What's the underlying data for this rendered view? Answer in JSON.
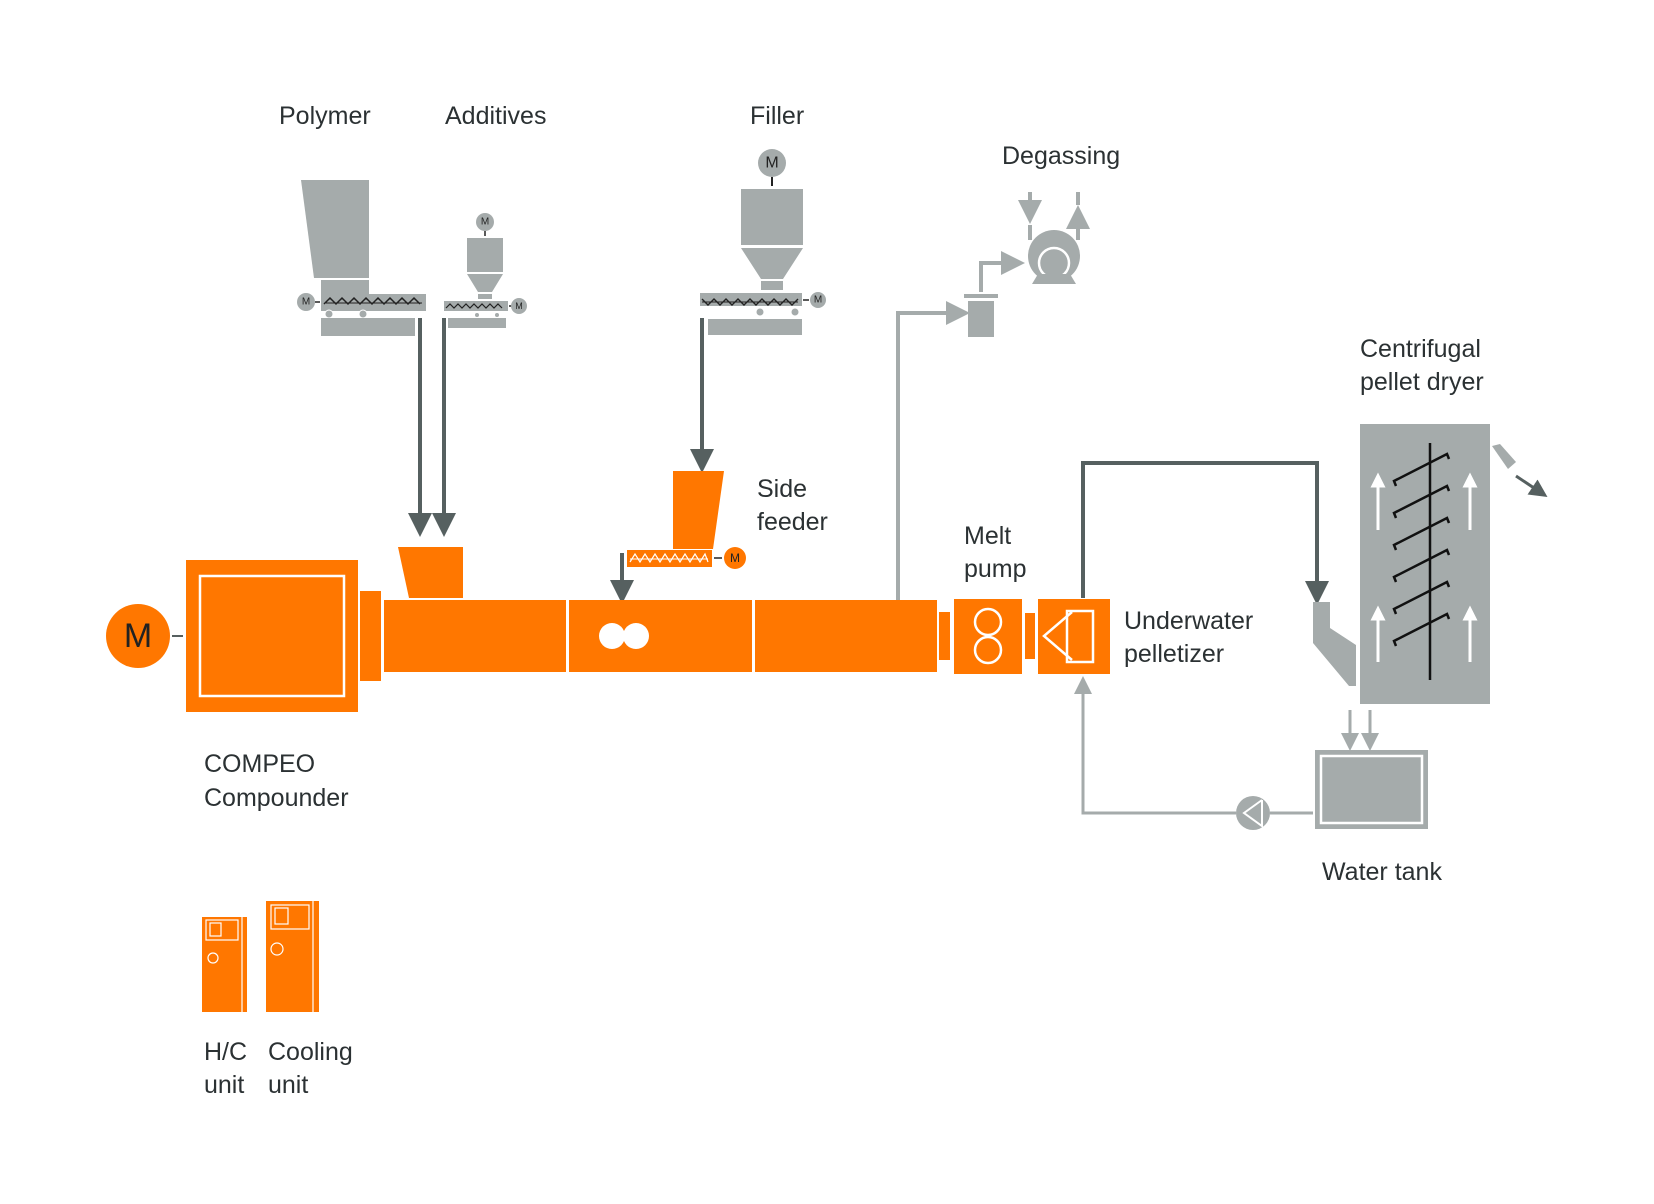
{
  "colors": {
    "orange": "#ff7700",
    "grey": "#a5abab",
    "dark_line": "#566060",
    "light_line": "#a5abab",
    "text": "#2b3133",
    "white": "#ffffff"
  },
  "labels": {
    "polymer": "Polymer",
    "additives": "Additives",
    "filler": "Filler",
    "degassing": "Degassing",
    "side_feeder": [
      "Side",
      "feeder"
    ],
    "melt_pump": [
      "Melt",
      "pump"
    ],
    "underwater_pelletizer": [
      "Underwater",
      "pelletizer"
    ],
    "centrifugal_pellet_dryer": [
      "Centrifugal",
      "pellet dryer"
    ],
    "water_tank": "Water tank",
    "compounder": [
      "COMPEO",
      "Compounder"
    ],
    "hc_unit": [
      "H/C",
      "unit"
    ],
    "cooling_unit": [
      "Cooling",
      "unit"
    ]
  },
  "motor_symbol": "M"
}
